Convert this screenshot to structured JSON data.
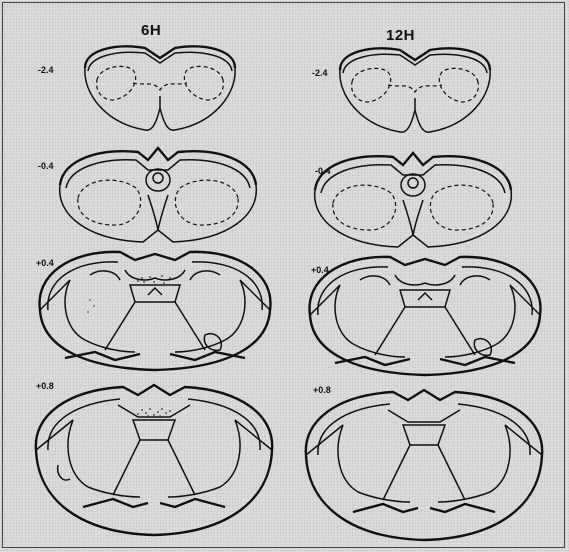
{
  "columns": {
    "left": "6H",
    "right": "12H"
  },
  "levels": {
    "left": [
      "-2.4",
      "-0.4",
      "+0.4",
      "+0.8"
    ],
    "right": [
      "-2.4",
      "-0.4",
      "+0.4",
      "+0.8"
    ]
  }
}
